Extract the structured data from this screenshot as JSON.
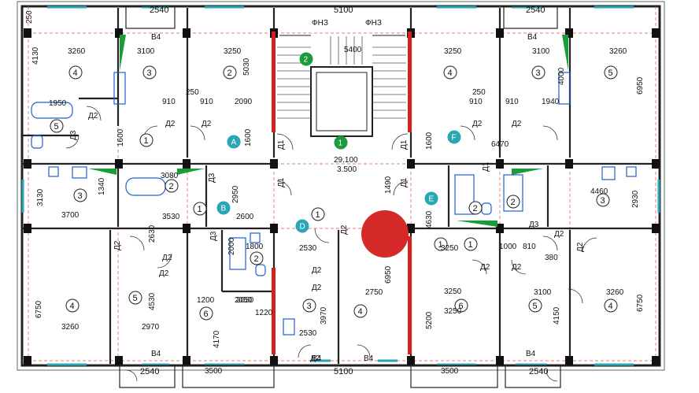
{
  "plan": {
    "colors": {
      "wall": "#222222",
      "red_wall": "#d0231c",
      "cyan_window": "#2aa6b4",
      "green_fill": "#1a9c3a",
      "marker_red": "#d62a2a",
      "blue_fixture": "#1f5fd6"
    },
    "top_dims": [
      "2540",
      "5100",
      "2540"
    ],
    "bottom_dims": [
      "2540",
      "5100",
      "2540"
    ],
    "stair_labels": [
      "ФНЗ",
      "ФНЗ"
    ],
    "stair_dim": "5400",
    "stair_level": "29.100",
    "stair_level2": "3.500",
    "rooms": [
      {
        "text": "4"
      },
      {
        "text": "3"
      },
      {
        "text": "2"
      },
      {
        "text": "5"
      },
      {
        "text": "1"
      },
      {
        "text": "3"
      },
      {
        "text": "1"
      },
      {
        "text": "2"
      },
      {
        "text": "4"
      },
      {
        "text": "5"
      },
      {
        "text": "6"
      },
      {
        "text": "3"
      },
      {
        "text": "4"
      },
      {
        "text": "4"
      },
      {
        "text": "3"
      },
      {
        "text": "2"
      },
      {
        "text": "1"
      },
      {
        "text": "5"
      },
      {
        "text": "3"
      },
      {
        "text": "2"
      },
      {
        "text": "1"
      },
      {
        "text": "4"
      },
      {
        "text": "5"
      },
      {
        "text": "6"
      },
      {
        "text": "1"
      },
      {
        "text": "2"
      }
    ],
    "badges": [
      {
        "text": "A"
      },
      {
        "text": "B"
      },
      {
        "text": "D"
      },
      {
        "text": "E"
      },
      {
        "text": "F"
      },
      {
        "text": "1"
      },
      {
        "text": "2"
      }
    ],
    "dims": [
      {
        "text": "3260"
      },
      {
        "text": "3100"
      },
      {
        "text": "3250"
      },
      {
        "text": "5030"
      },
      {
        "text": "3250"
      },
      {
        "text": "3100"
      },
      {
        "text": "3260"
      },
      {
        "text": "6950"
      },
      {
        "text": "4130"
      },
      {
        "text": "910"
      },
      {
        "text": "910"
      },
      {
        "text": "2090"
      },
      {
        "text": "910"
      },
      {
        "text": "910"
      },
      {
        "text": "1940"
      },
      {
        "text": "1600"
      },
      {
        "text": "1600"
      },
      {
        "text": "1600"
      },
      {
        "text": "6470"
      },
      {
        "text": "3080"
      },
      {
        "text": "2950"
      },
      {
        "text": "3700"
      },
      {
        "text": "3530"
      },
      {
        "text": "2600"
      },
      {
        "text": "1490"
      },
      {
        "text": "4630"
      },
      {
        "text": "4460"
      },
      {
        "text": "2930"
      },
      {
        "text": "2530"
      },
      {
        "text": "1800"
      },
      {
        "text": "2050"
      },
      {
        "text": "3250"
      },
      {
        "text": "1000"
      },
      {
        "text": "810"
      },
      {
        "text": "380"
      },
      {
        "text": "6750"
      },
      {
        "text": "3260"
      },
      {
        "text": "2970"
      },
      {
        "text": "4530"
      },
      {
        "text": "3250"
      },
      {
        "text": "4170"
      },
      {
        "text": "3970"
      },
      {
        "text": "2750"
      },
      {
        "text": "6950"
      },
      {
        "text": "5200"
      },
      {
        "text": "3250"
      },
      {
        "text": "3100"
      },
      {
        "text": "4150"
      },
      {
        "text": "3260"
      },
      {
        "text": "6750"
      },
      {
        "text": "2530"
      },
      {
        "text": "3500"
      },
      {
        "text": "3500"
      },
      {
        "text": "1950"
      },
      {
        "text": "1200"
      },
      {
        "text": "2050"
      },
      {
        "text": "1220"
      },
      {
        "text": "2000"
      },
      {
        "text": "4000"
      },
      {
        "text": "3130"
      },
      {
        "text": "1340"
      },
      {
        "text": "2630"
      },
      {
        "text": "250"
      },
      {
        "text": "250"
      },
      {
        "text": "250"
      }
    ],
    "door_tags": [
      {
        "text": "Д2"
      },
      {
        "text": "Д2"
      },
      {
        "text": "Д2"
      },
      {
        "text": "Д3"
      },
      {
        "text": "Д1"
      },
      {
        "text": "Д1"
      },
      {
        "text": "Д2"
      },
      {
        "text": "Д2"
      },
      {
        "text": "Д1"
      },
      {
        "text": "Д1"
      },
      {
        "text": "Д3"
      },
      {
        "text": "Д2"
      },
      {
        "text": "Д2"
      },
      {
        "text": "Д2"
      },
      {
        "text": "Д2"
      },
      {
        "text": "Д1"
      },
      {
        "text": "Д2"
      },
      {
        "text": "Д3"
      },
      {
        "text": "Д2"
      },
      {
        "text": "Д2"
      },
      {
        "text": "Д2"
      },
      {
        "text": "Д2"
      },
      {
        "text": "Д2"
      },
      {
        "text": "Д3"
      },
      {
        "text": "Д2"
      }
    ],
    "balcony_tags": [
      {
        "text": "В4"
      },
      {
        "text": "В4"
      },
      {
        "text": "В4"
      },
      {
        "text": "В4"
      },
      {
        "text": "В4"
      },
      {
        "text": "В4"
      }
    ]
  }
}
